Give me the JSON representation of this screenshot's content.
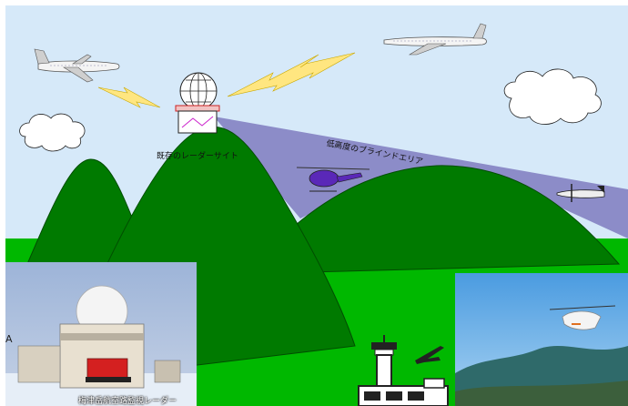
{
  "labels": {
    "existing_radar_site": "既存のレーダーサイト",
    "low_altitude_blind_area": "低高度のブラインドエリア",
    "photo_caption": "梅津岳航空路監視レーダー",
    "edge_fragment": "A"
  },
  "colors": {
    "sky": "#d6e9f9",
    "ground": "#00b800",
    "mountain": "#007a00",
    "mountain_edge": "#004d00",
    "blind_area": "#8c8cc8",
    "lightning": "#ffe680",
    "cloud": "#ffffff",
    "photo_sky_left": "#9db4d8",
    "photo_sky_right": "#7fbcea"
  },
  "icons": {
    "aircraft_top_left": "airliner-icon",
    "aircraft_top_right": "airliner-icon",
    "radar": "radar-dome-icon",
    "helicopter": "helicopter-icon",
    "small_plane": "biplane-icon",
    "airport": "control-tower-icon"
  }
}
